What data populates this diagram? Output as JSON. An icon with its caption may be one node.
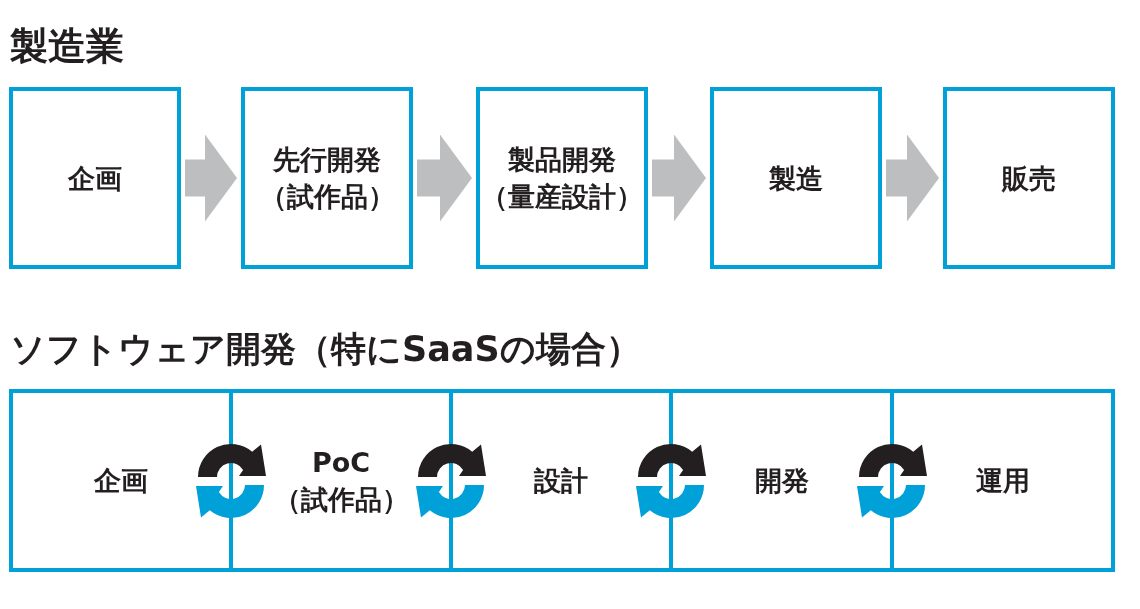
{
  "diagram": {
    "nodes": [
      {
        "text": [
          "企画"
        ]
      },
      {
        "text": [
          "先行開発（試作品）"
        ]
      },
      {
        "text": [
          "製品開発（量産設計）"
        ]
      },
      {
        "text": [
          "製造"
        ]
      },
      {
        "text": [
          "販売"
        ]
      },
      {
        "text": [
          "企画"
        ]
      },
      {
        "text": [
          "PoC（試作品）"
        ]
      },
      {
        "text": [
          "設計"
        ]
      },
      {
        "text": [
          "開発"
        ]
      },
      {
        "text": [
          "運用"
        ]
      }
    ],
    "edges": [
      {
        "from": 0,
        "to": 1,
        "arrow": "to"
      },
      {
        "from": 1,
        "to": 2,
        "arrow": "to"
      },
      {
        "from": 2,
        "to": 3,
        "arrow": "to"
      },
      {
        "from": 3,
        "to": 4,
        "arrow": "to"
      }
    ],
    "labels": [
      "製造業",
      "ソフトウェア開発（特にSaaSの場合）"
    ]
  }
}
